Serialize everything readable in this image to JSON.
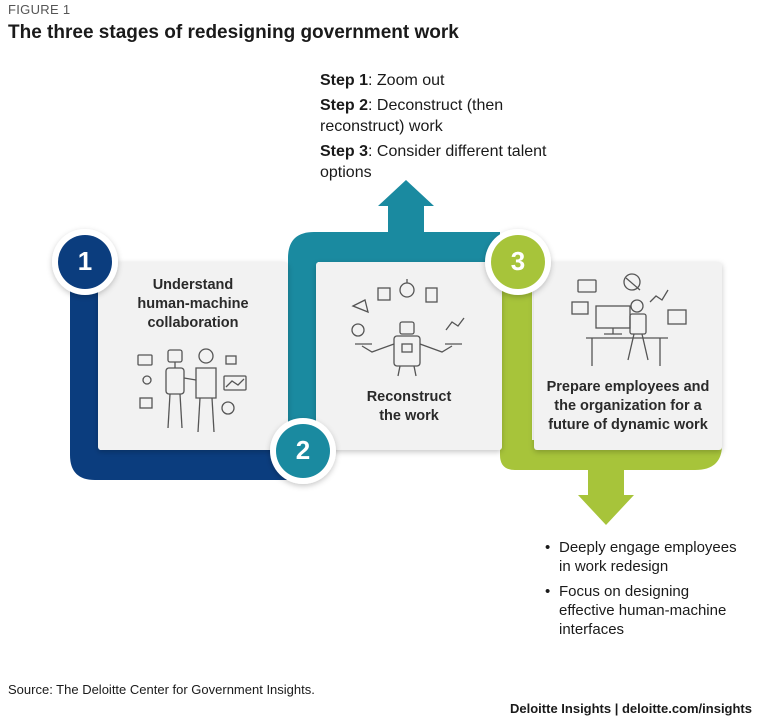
{
  "figure_label": "FIGURE 1",
  "title": "The three stages of redesigning government work",
  "steps": [
    {
      "label": "Step 1",
      "text": ": Zoom out"
    },
    {
      "label": "Step 2",
      "text": ": Deconstruct (then reconstruct) work"
    },
    {
      "label": "Step 3",
      "text": ": Consider different talent options"
    }
  ],
  "stages": [
    {
      "number": "1",
      "line1": "Understand",
      "line2": "human-machine",
      "line3": "collaboration",
      "color": "#0b3d7e"
    },
    {
      "number": "2",
      "line1": "Reconstruct",
      "line2": "the work",
      "color": "#1a8aa0"
    },
    {
      "number": "3",
      "line1": "Prepare employees and",
      "line2": "the organization for a",
      "line3": "future of dynamic work",
      "color": "#a7c43a"
    }
  ],
  "bullets": [
    "Deeply engage employees in work redesign",
    "Focus on designing effective human-machine interfaces"
  ],
  "source": "Source: The Deloitte Center for Government Insights.",
  "credit": "Deloitte Insights | deloitte.com/insights",
  "icons": [
    "robot-human-handshake-icon",
    "robot-multitask-icon",
    "robot-workstation-icon"
  ]
}
